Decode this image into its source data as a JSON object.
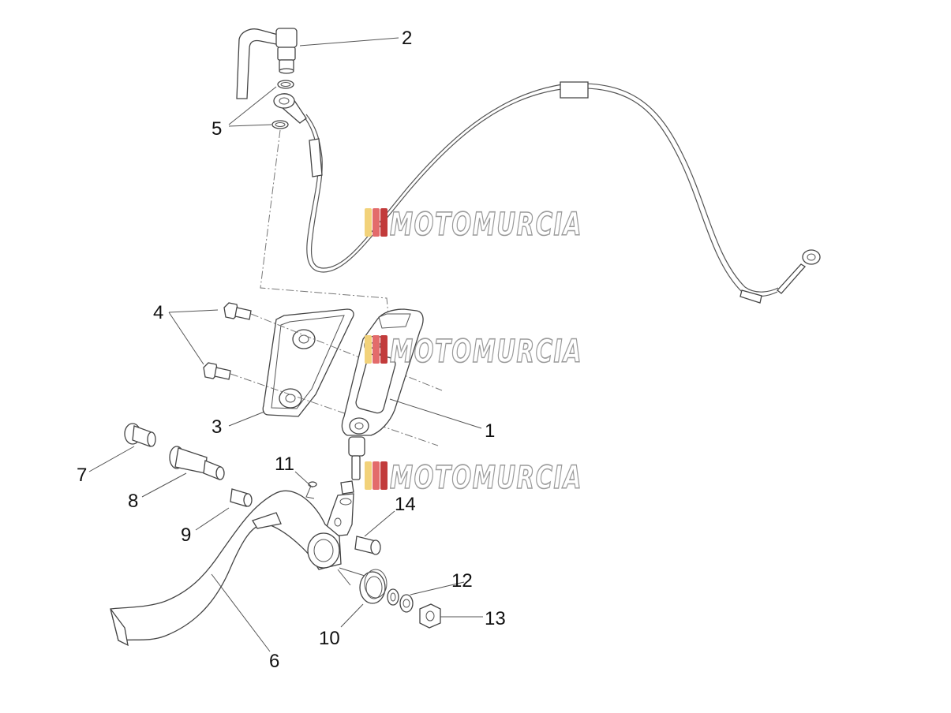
{
  "watermark": {
    "text": "MOTOMURCIA",
    "colors": [
      "#f2d27a",
      "#e36b6b",
      "#c23b3b"
    ]
  },
  "callouts": [
    {
      "id": "1",
      "label": "1"
    },
    {
      "id": "2",
      "label": "2"
    },
    {
      "id": "3",
      "label": "3"
    },
    {
      "id": "4",
      "label": "4"
    },
    {
      "id": "5",
      "label": "5"
    },
    {
      "id": "6",
      "label": "6"
    },
    {
      "id": "7",
      "label": "7"
    },
    {
      "id": "8",
      "label": "8"
    },
    {
      "id": "9",
      "label": "9"
    },
    {
      "id": "10",
      "label": "10"
    },
    {
      "id": "11",
      "label": "11"
    },
    {
      "id": "12",
      "label": "12"
    },
    {
      "id": "13",
      "label": "13"
    },
    {
      "id": "14",
      "label": "14"
    }
  ]
}
